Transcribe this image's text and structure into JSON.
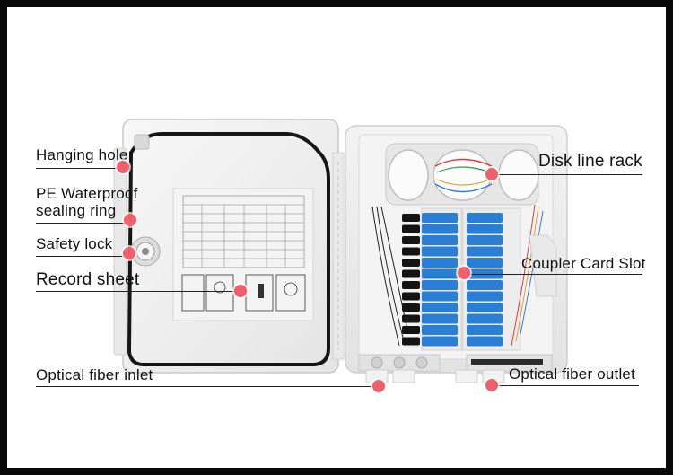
{
  "labels": {
    "hanging_hole": "Hanging hole",
    "pe_waterproof_line1": "PE Waterproof",
    "pe_waterproof_line2": "sealing ring",
    "safety_lock": "Safety lock",
    "record_sheet": "Record sheet",
    "optical_fiber_inlet": "Optical fiber inlet",
    "disk_line_rack": "Disk line rack",
    "coupler_card_slot": "Coupler Card Slot",
    "optical_fiber_outlet": "Optical fiber outlet"
  },
  "colors": {
    "marker": "#f0606c",
    "coupler": "#2a7fd4",
    "connector": "#141414",
    "box": "#efefef",
    "gasket": "#161616"
  }
}
